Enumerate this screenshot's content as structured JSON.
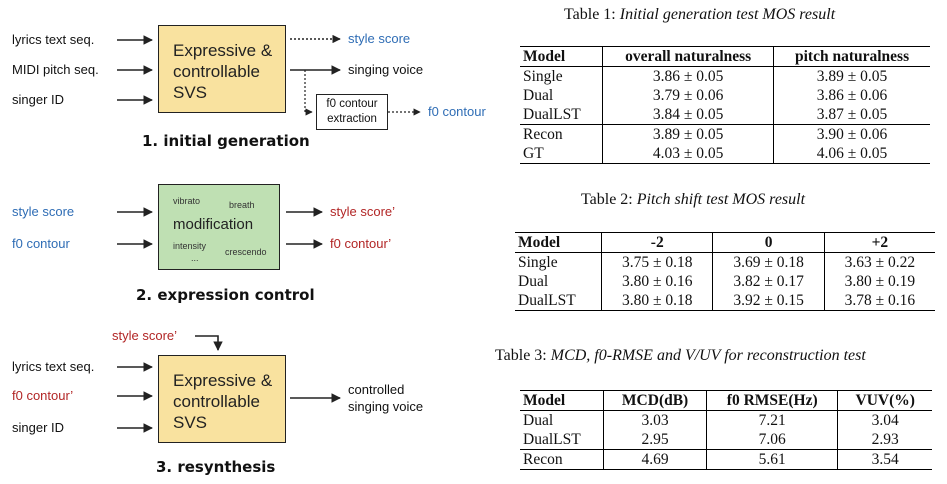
{
  "diagram": {
    "panel1": {
      "inputs": [
        "lyrics text seq.",
        "MIDI pitch seq.",
        "singer ID"
      ],
      "box_lines": [
        "Expressive &",
        "controllable",
        "SVS"
      ],
      "outputs": {
        "style_score": "style score",
        "singing_voice": "singing voice",
        "f0_contour": "f0 contour"
      },
      "extract_box": [
        "f0 contour",
        "extraction"
      ],
      "caption": "1. initial generation"
    },
    "panel2": {
      "inputs": [
        "style score",
        "f0 contour"
      ],
      "box_words": {
        "vibrato": "vibrato",
        "breath": "breath",
        "main": "modification",
        "intensity": "intensity",
        "crescendo": "crescendo",
        "dots": "..."
      },
      "outputs": [
        "style score’",
        "f0 contour’"
      ],
      "caption": "2. expression control"
    },
    "panel3": {
      "top_input": "style score’",
      "inputs": [
        "lyrics text seq.",
        "f0 contour’",
        "singer ID"
      ],
      "box_lines": [
        "Expressive &",
        "controllable",
        "SVS"
      ],
      "output_lines": [
        "controlled",
        "singing voice"
      ],
      "caption": "3. resynthesis"
    },
    "colors": {
      "input_blue": "#2f6db5",
      "output_red": "#b22626",
      "svs_box": "#f9e29f",
      "mod_box": "#bfe0b3"
    }
  },
  "tables": {
    "t1": {
      "title_prefix": "Table 1:",
      "title_italic": "Initial generation test MOS result",
      "headers": [
        "Model",
        "overall naturalness",
        "pitch naturalness"
      ],
      "rows": [
        [
          "Single",
          "3.86 ± 0.05",
          "3.89 ± 0.05"
        ],
        [
          "Dual",
          "3.79 ± 0.06",
          "3.86 ± 0.06"
        ],
        [
          "DualLST",
          "3.84 ± 0.05",
          "3.87 ± 0.05"
        ],
        [
          "Recon",
          "3.89 ± 0.05",
          "3.90 ± 0.06"
        ],
        [
          "GT",
          "4.03 ± 0.05",
          "4.06 ± 0.05"
        ]
      ]
    },
    "t2": {
      "title_prefix": "Table 2:",
      "title_italic": "Pitch shift test MOS result",
      "headers": [
        "Model",
        "-2",
        "0",
        "+2"
      ],
      "rows": [
        [
          "Single",
          "3.75 ± 0.18",
          "3.69 ± 0.18",
          "3.63 ± 0.22"
        ],
        [
          "Dual",
          "3.80 ± 0.16",
          "3.82 ± 0.17",
          "3.80 ± 0.19"
        ],
        [
          "DualLST",
          "3.80 ± 0.18",
          "3.92 ± 0.15",
          "3.78 ± 0.16"
        ]
      ]
    },
    "t3": {
      "title_prefix": "Table 3:",
      "title_italic": "MCD, f0-RMSE and V/UV for reconstruction test",
      "headers": [
        "Model",
        "MCD(dB)",
        "f0 RMSE(Hz)",
        "VUV(%)"
      ],
      "rows": [
        [
          "Dual",
          "3.03",
          "7.21",
          "3.04"
        ],
        [
          "DualLST",
          "2.95",
          "7.06",
          "2.93"
        ],
        [
          "Recon",
          "4.69",
          "5.61",
          "3.54"
        ]
      ]
    }
  }
}
